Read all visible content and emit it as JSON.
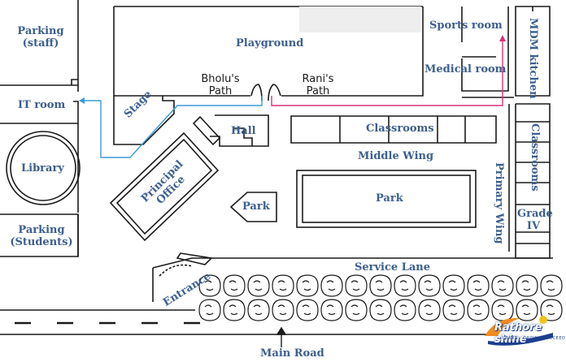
{
  "labels": {
    "parking_staff": "Parking\n(staff)",
    "it_room": "IT room",
    "library": "Library",
    "parking_students": "Parking\n(Students)",
    "playground": "Playground",
    "bholu_path": "Bholu's\nPath",
    "rani_path": "Rani's\nPath",
    "sports_room": "Sports room",
    "medical_room": "Medical room",
    "mdm_kitchen": "MDM kitchen",
    "stage": "Stage",
    "hall": "Hall",
    "classrooms_middle": "Classrooms",
    "middle_wing": "Middle Wing",
    "classrooms_primary": "Classrooms",
    "principal_office": "Principal\nOffice",
    "park_small": "Park",
    "park_large": "Park",
    "primary_wing": "Primary Wing",
    "grade_iv": "Grade\nIV",
    "service_lane": "Service Lane",
    "entrance": "Entrance",
    "main_road": "Main Road"
  },
  "logo": {
    "text": "Rathore shine",
    "tagline": "LEARN · GROW · SUCCEED"
  },
  "colors": {
    "label": "#3d5f8f",
    "bholu_path": "#3a9ad9",
    "rani_path": "#d6337a",
    "walls": "#1a1a1a"
  }
}
